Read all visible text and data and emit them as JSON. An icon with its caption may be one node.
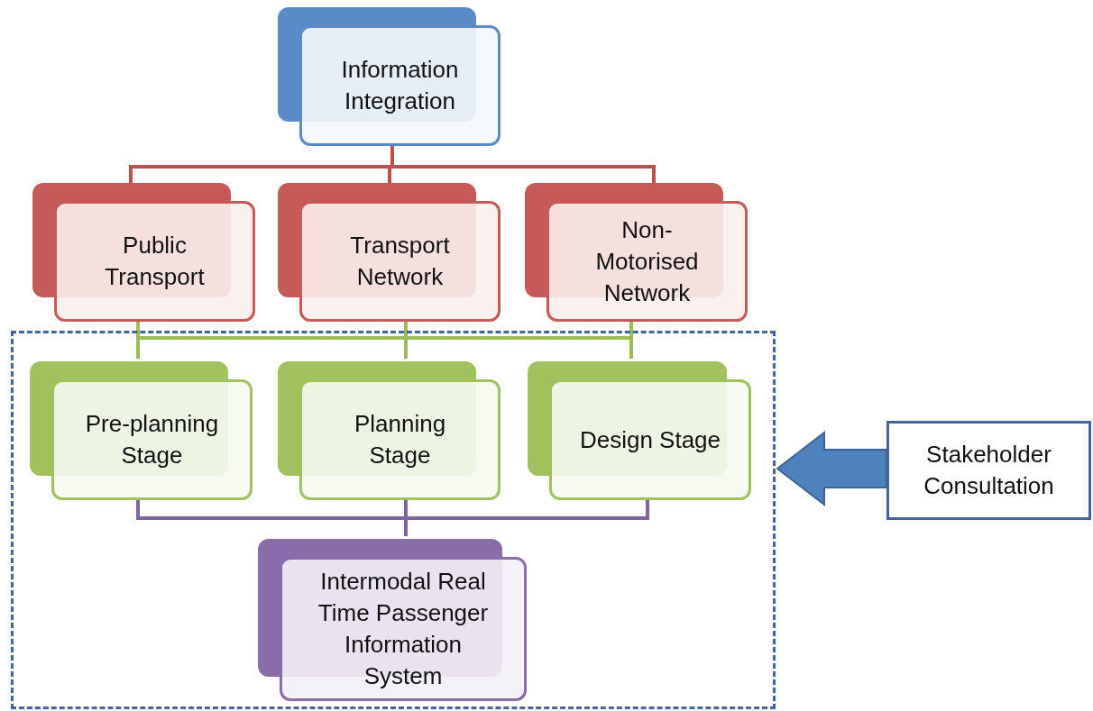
{
  "diagram": {
    "nodes": [
      {
        "text": [
          "Information Integration"
        ]
      },
      {
        "text": [
          "Public Transport"
        ]
      },
      {
        "text": [
          "Transport Network"
        ]
      },
      {
        "text": [
          "Non-Motorised Network"
        ]
      },
      {
        "text": [],
        "shape": "box"
      },
      {
        "text": [
          "Pre-planning Stage"
        ],
        "in": 4
      },
      {
        "text": [
          "Planning Stage"
        ],
        "in": 4
      },
      {
        "text": [
          "Design Stage"
        ],
        "in": 4
      },
      {
        "text": [
          "Intermodal Real Time Passenger Information System"
        ],
        "in": 4
      },
      {
        "text": [
          "Stakeholder Consultation"
        ]
      }
    ],
    "edges": [
      {
        "from": 0,
        "to": 1,
        "arrow": "none",
        "color": "#c0504d"
      },
      {
        "from": 0,
        "to": 2,
        "arrow": "none",
        "color": "#c0504d"
      },
      {
        "from": 0,
        "to": 3,
        "arrow": "none",
        "color": "#c0504d"
      },
      {
        "from": 1,
        "to": 5,
        "arrow": "none"
      },
      {
        "from": 1,
        "to": 6,
        "arrow": "none"
      },
      {
        "from": 1,
        "to": 7,
        "arrow": "none"
      },
      {
        "from": 2,
        "to": 5,
        "arrow": "none"
      },
      {
        "from": 2,
        "to": 6,
        "arrow": "none"
      },
      {
        "from": 2,
        "to": 7,
        "arrow": "none"
      },
      {
        "from": 3,
        "to": 5,
        "arrow": "none"
      },
      {
        "from": 3,
        "to": 6,
        "arrow": "none"
      },
      {
        "from": 3,
        "to": 7,
        "arrow": "none"
      },
      {
        "from": 5,
        "to": 8,
        "arrow": "none",
        "color": "#8064a2"
      },
      {
        "from": 6,
        "to": 8,
        "arrow": "none",
        "color": "#8064a2"
      },
      {
        "from": 7,
        "to": 8,
        "arrow": "none",
        "color": "#8064a2"
      },
      {
        "from": 9,
        "to": 4,
        "arrow": "to",
        "style": "thick",
        "color": "#4f81bd"
      }
    ]
  }
}
